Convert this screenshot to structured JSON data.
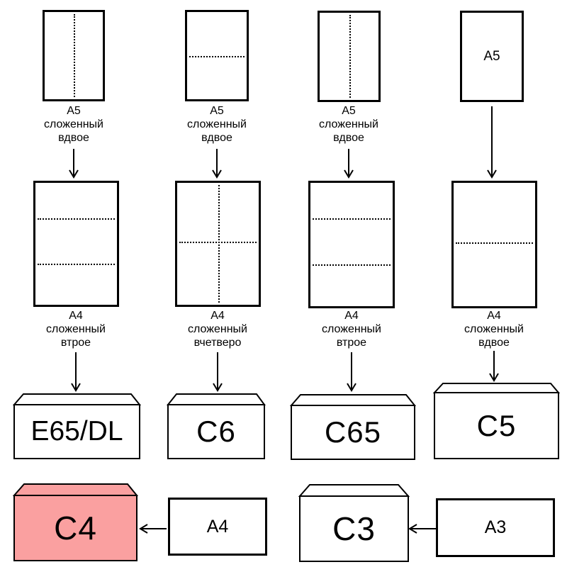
{
  "colors": {
    "highlight_fill": "#FAA0A0",
    "line": "#000000",
    "background": "#FFFFFF"
  },
  "columns": [
    {
      "source_paper": {
        "fold": "vertical-half",
        "label_lines": [
          "А5",
          "сложенный",
          "вдвое"
        ]
      },
      "folded_paper": {
        "fold": "horizontal-thirds",
        "label_lines": [
          "А4",
          "сложенный",
          "втрое"
        ]
      },
      "envelope": {
        "label": "E65/DL",
        "highlighted": false
      }
    },
    {
      "source_paper": {
        "fold": "horizontal-half",
        "label_lines": [
          "А5",
          "сложенный",
          "вдвое"
        ]
      },
      "folded_paper": {
        "fold": "quarters-cross",
        "label_lines": [
          "А4",
          "сложенный",
          "вчетверо"
        ]
      },
      "envelope": {
        "label": "C6",
        "highlighted": false
      }
    },
    {
      "source_paper": {
        "fold": "vertical-half",
        "label_lines": [
          "А5",
          "сложенный",
          "вдвое"
        ]
      },
      "folded_paper": {
        "fold": "horizontal-thirds",
        "label_lines": [
          "А4",
          "сложенный",
          "втрое"
        ]
      },
      "envelope": {
        "label": "C65",
        "highlighted": false
      }
    },
    {
      "source_paper": {
        "fold": "none",
        "inner_label": "А5"
      },
      "folded_paper": {
        "fold": "horizontal-half",
        "label_lines": [
          "А4",
          "сложенный",
          "вдвое"
        ]
      },
      "envelope": {
        "label": "C5",
        "highlighted": false
      }
    }
  ],
  "bottom_row": [
    {
      "envelope": {
        "label": "C4",
        "highlighted": true
      },
      "source_label": "А4"
    },
    {
      "envelope": {
        "label": "C3",
        "highlighted": false
      },
      "source_label": "А3"
    }
  ]
}
